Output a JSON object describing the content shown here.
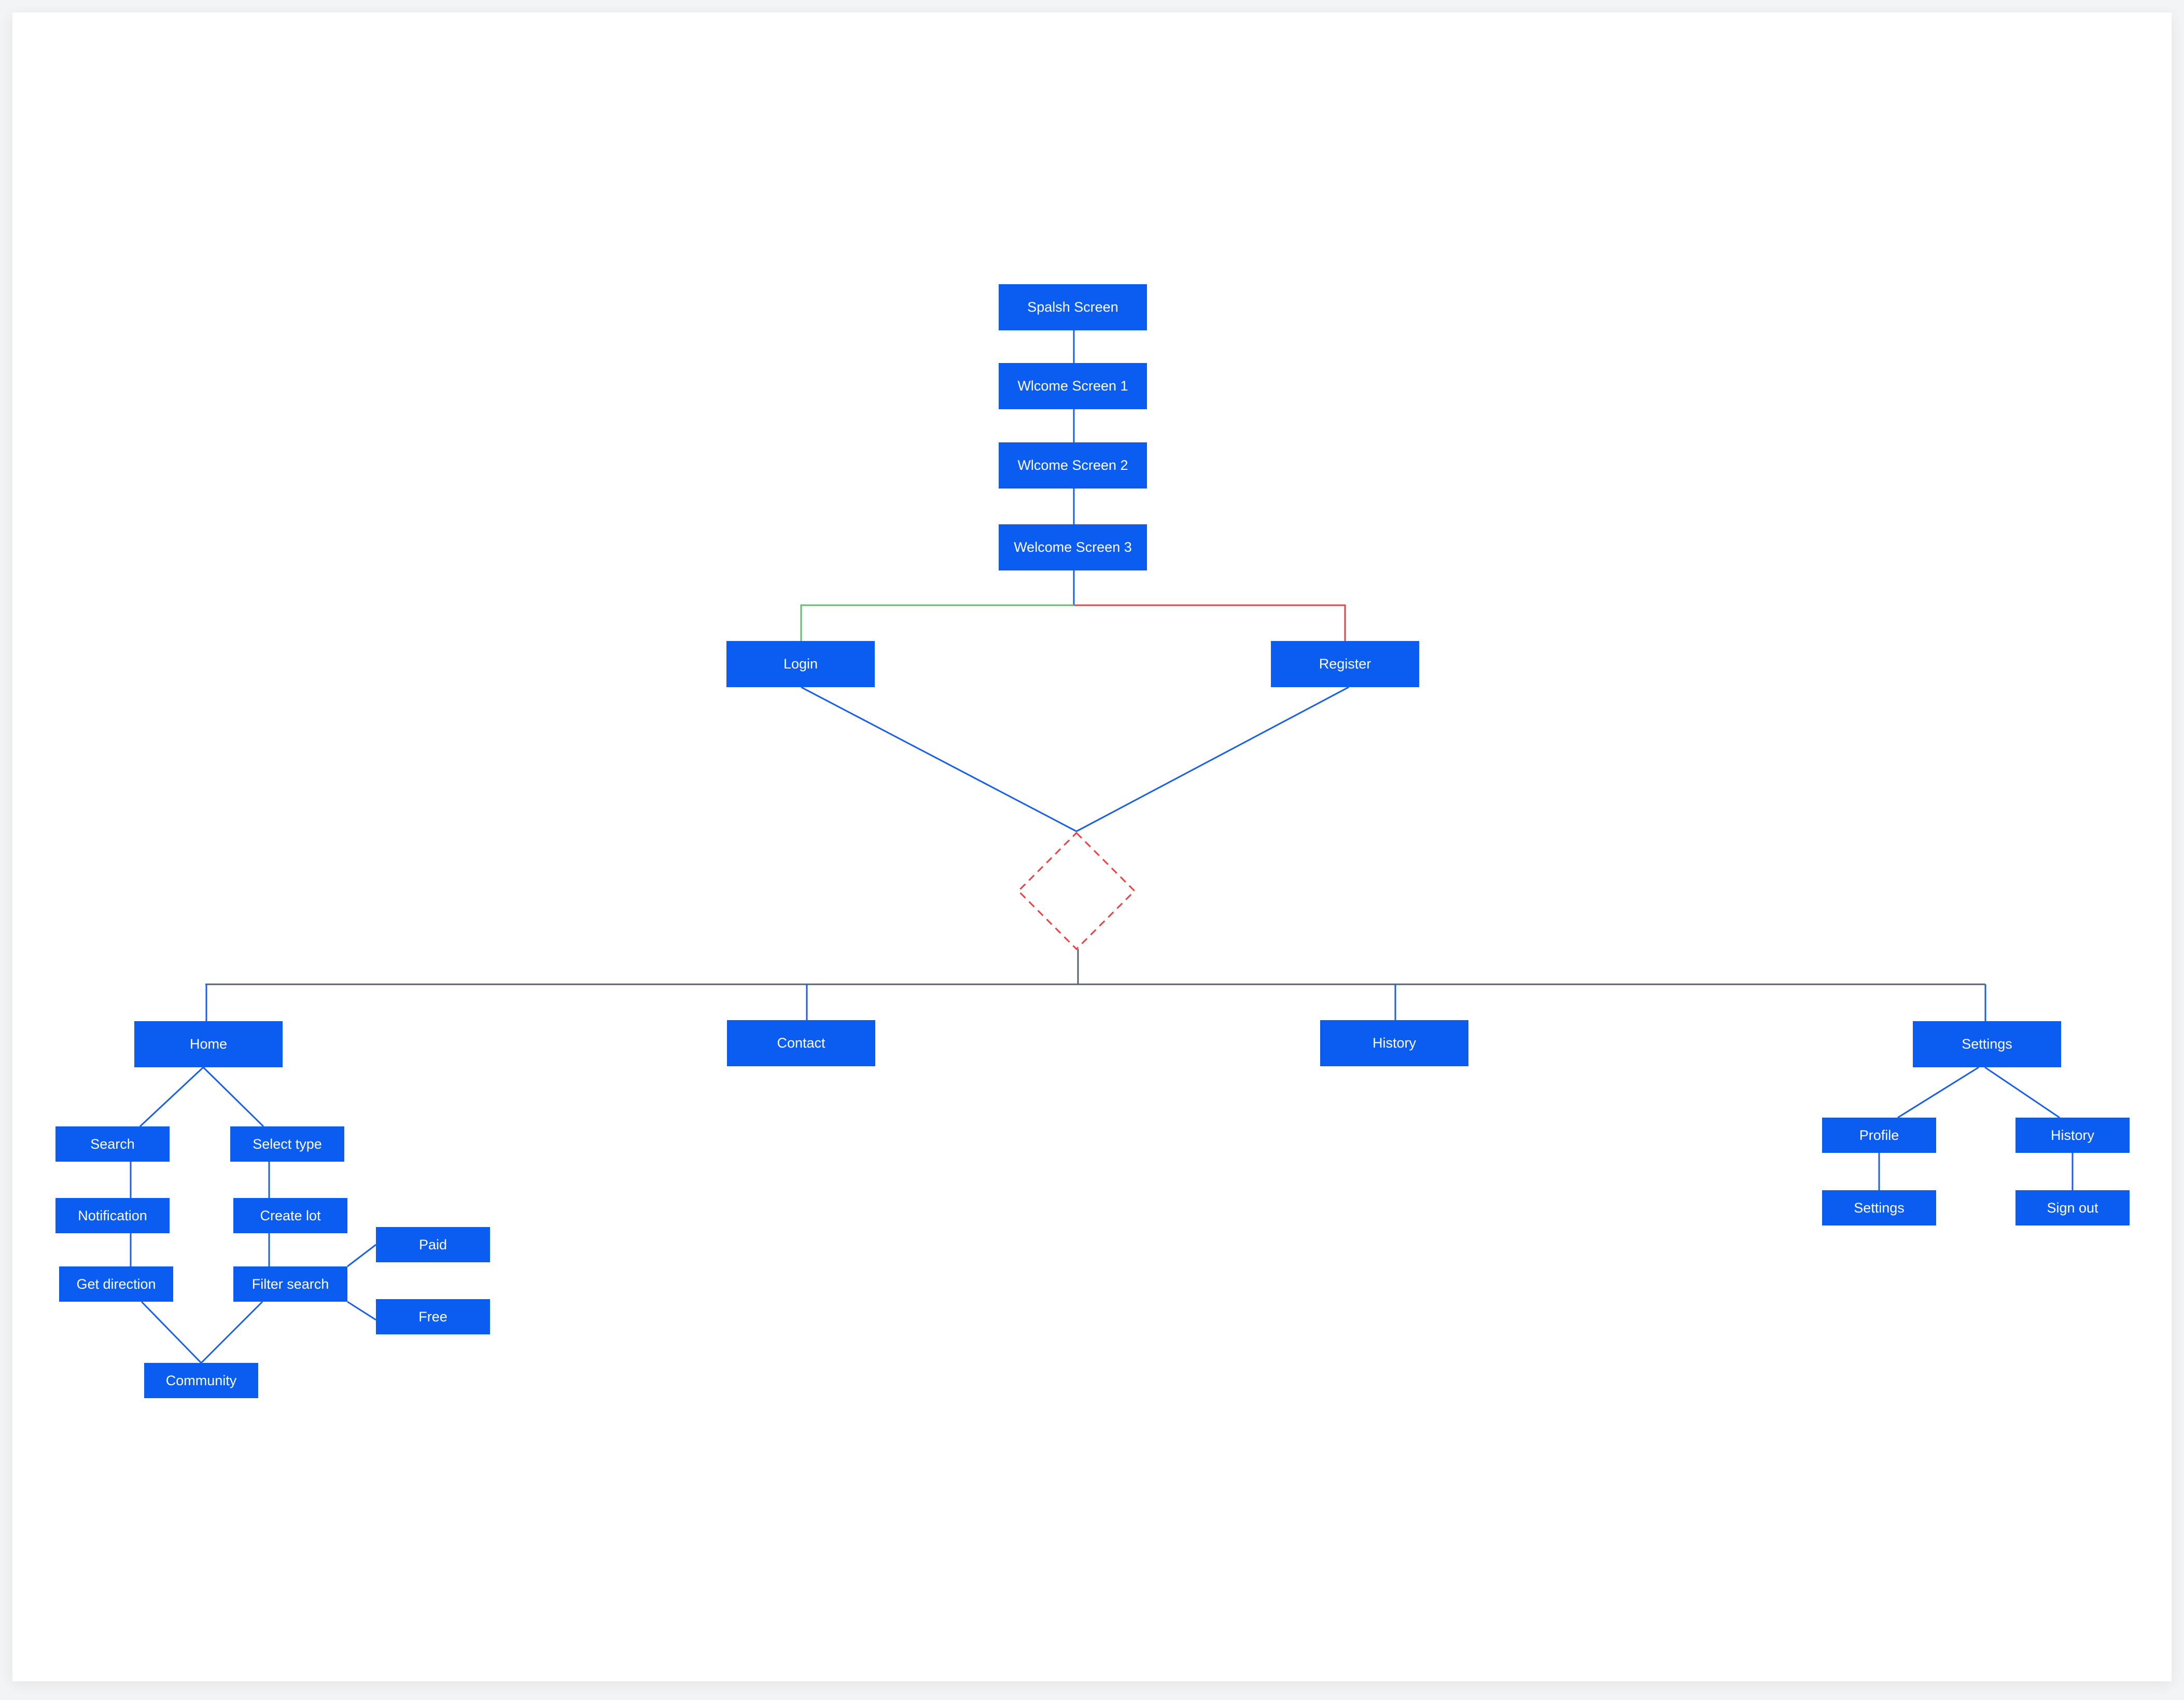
{
  "diagram": {
    "nodes": {
      "splash": "Spalsh Screen",
      "welcome1": "Wlcome Screen 1",
      "welcome2": "Wlcome Screen 2",
      "welcome3": "Welcome Screen 3",
      "login": "Login",
      "register": "Register",
      "home": "Home",
      "contact": "Contact",
      "history": "History",
      "settings": "Settings",
      "search": "Search",
      "select_type": "Select type",
      "notification": "Notification",
      "create_lot": "Create lot",
      "get_direction": "Get direction",
      "filter_search": "Filter search",
      "paid": "Paid",
      "free": "Free",
      "community": "Community",
      "profile": "Profile",
      "settings_history": "History",
      "settings_sub": "Settings",
      "sign_out": "Sign out"
    },
    "colors": {
      "node_fill": "#0b5cf0",
      "node_text": "#ffffff",
      "link_blue": "#1a5fe8",
      "link_green": "#5cbf6a",
      "link_red": "#ee4040",
      "decision_stroke": "#ee4040",
      "trunk_gray": "#5a6270"
    }
  }
}
